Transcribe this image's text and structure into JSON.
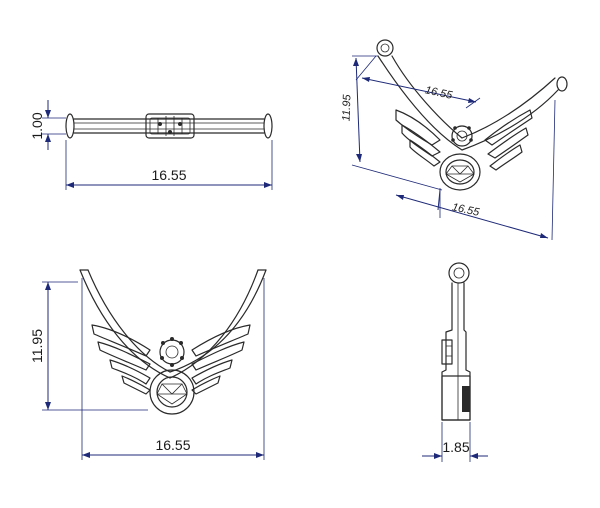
{
  "views": {
    "top": {
      "width_label": "16.55",
      "thickness_label": "1.00"
    },
    "isometric": {
      "height_label": "11.95",
      "width_label": "16.55",
      "depth_label": "16.55"
    },
    "front": {
      "height_label": "11.95",
      "width_label": "16.55"
    },
    "side": {
      "thickness_label": "1.85"
    }
  },
  "colors": {
    "dimension_lines": "#1e2a78",
    "outline": "#2a2a2a"
  }
}
